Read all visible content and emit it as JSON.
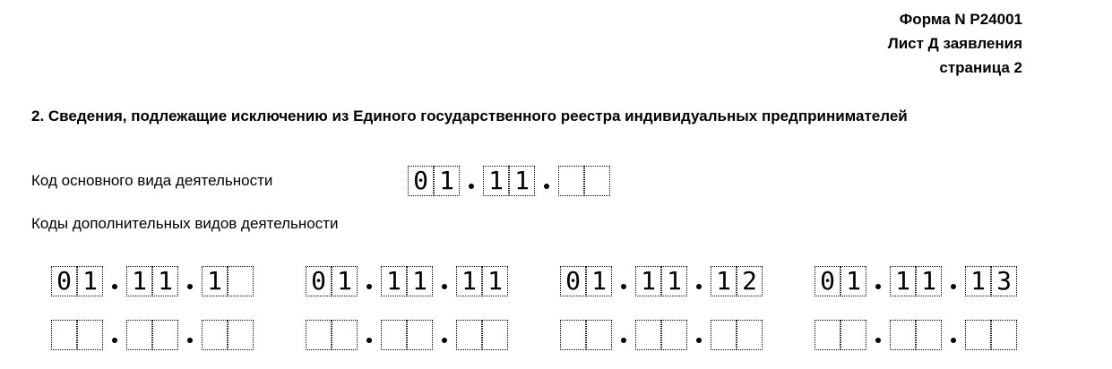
{
  "header": {
    "form": "Форма N Р24001",
    "sheet": "Лист Д заявления",
    "page": "страница 2"
  },
  "section_title": "2. Сведения, подлежащие исключению из Единого государственного реестра индивидуальных предпринимателей",
  "main_activity": {
    "label": "Код основного вида деятельности",
    "cells": [
      "0",
      "1",
      "1",
      "1",
      "",
      ""
    ]
  },
  "additional_activities": {
    "label": "Коды дополнительных видов деятельности",
    "codes": [
      [
        "0",
        "1",
        "1",
        "1",
        "1",
        ""
      ],
      [
        "0",
        "1",
        "1",
        "1",
        "1",
        "1"
      ],
      [
        "0",
        "1",
        "1",
        "1",
        "1",
        "2"
      ],
      [
        "0",
        "1",
        "1",
        "1",
        "1",
        "3"
      ],
      [
        "",
        "",
        "",
        "",
        "",
        ""
      ],
      [
        "",
        "",
        "",
        "",
        "",
        ""
      ],
      [
        "",
        "",
        "",
        "",
        "",
        ""
      ],
      [
        "",
        "",
        "",
        "",
        "",
        ""
      ]
    ]
  }
}
